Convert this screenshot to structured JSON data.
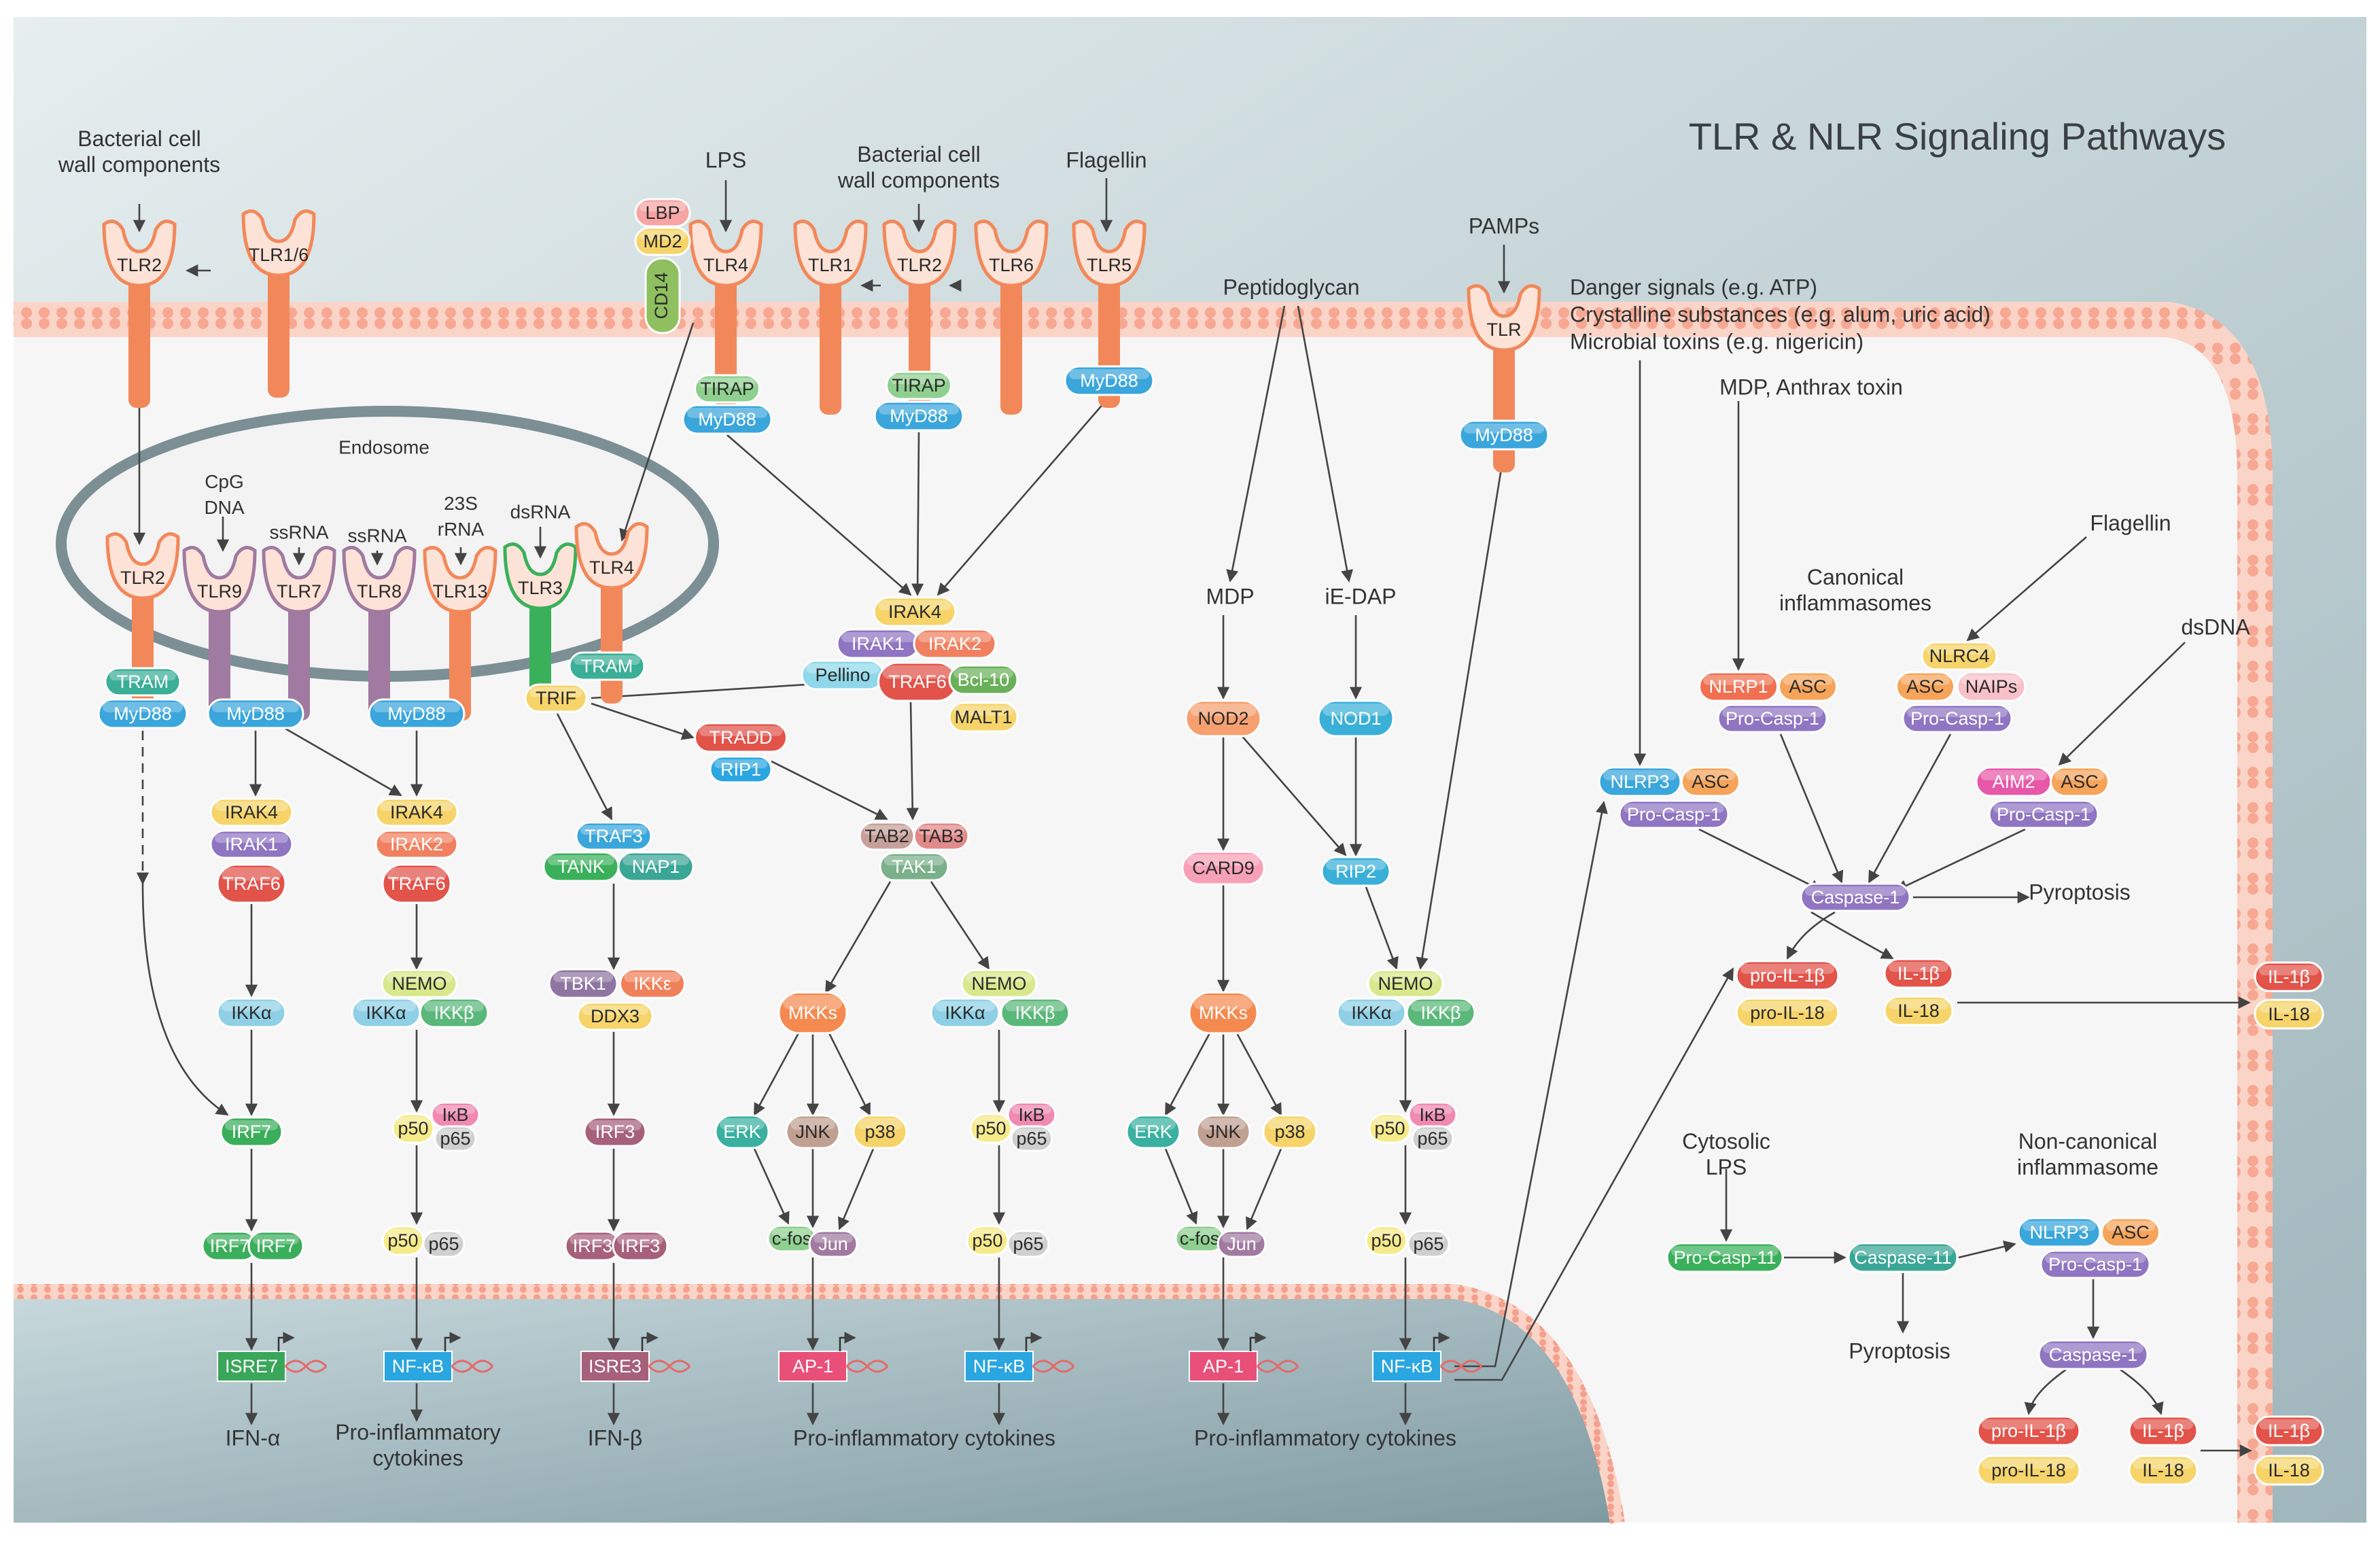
{
  "title": "TLR & NLR Signaling Pathways",
  "colors": {
    "background": "#dfe8ea",
    "cytoplasm": "#f6f6f7",
    "membrane": "#f7b8a6",
    "nucleus": "#b9cdd2",
    "tlr": "#f2885a",
    "myd88": "#3aa6dc",
    "tram": "#3aae96",
    "irak4": "#f6d46a",
    "irak1": "#8f75c2",
    "irak2": "#f08060",
    "traf6": "#e2534a",
    "ikk": "#8fd0e6",
    "nemo": "#d8e88c",
    "p50": "#f6eb8a",
    "p65": "#cfcfcf",
    "irf7": "#3aae5a",
    "irf3": "#a7607a",
    "ap1": "#e8507a",
    "nfkb": "#2aa6e0",
    "isre": "#3aa65a",
    "casp": "#8f75c2",
    "nlrp": "#f07050",
    "asc": "#f6a45a"
  },
  "labels": {
    "bacterial_cell_wall_1": "Bacterial cell wall components",
    "lps": "LPS",
    "bacterial_cell_wall_2": "Bacterial cell wall components",
    "flagellin_top": "Flagellin",
    "pamps": "PAMPs",
    "peptidoglycan": "Peptidoglycan",
    "danger_1": "Danger signals (e.g. ATP)",
    "danger_2": "Crystalline substances (e.g. alum, uric acid)",
    "danger_3": "Microbial toxins (e.g. nigericin)",
    "mdp_anthrax": "MDP, Anthrax toxin",
    "flagellin_right": "Flagellin",
    "dsdna": "dsDNA",
    "canonical": "Canonical inflammasomes",
    "endosome": "Endosome",
    "cpg_dna": "CpG DNA",
    "ssrna_1": "ssRNA",
    "ssrna_2": "ssRNA",
    "rrna_23s": "23S rRNA",
    "dsrna": "dsRNA",
    "mdp": "MDP",
    "ie_dap": "iE-DAP",
    "pyroptosis_1": "Pyroptosis",
    "cytosolic_lps": "Cytosolic LPS",
    "non_canonical": "Non-canonical inflammasome",
    "pyroptosis_2": "Pyroptosis"
  },
  "receptors": {
    "tlr2_surface": "TLR2",
    "tlr16": "TLR1/6",
    "lbp": "LBP",
    "md2": "MD2",
    "cd14": "CD14",
    "tlr4_surface": "TLR4",
    "tlr1": "TLR1",
    "tlr2_mid": "TLR2",
    "tlr6": "TLR6",
    "tlr5": "TLR5",
    "tlr_pamps": "TLR",
    "tlr2_endo": "TLR2",
    "tlr9": "TLR9",
    "tlr7": "TLR7",
    "tlr8": "TLR8",
    "tlr13": "TLR13",
    "tlr3": "TLR3",
    "tlr4_endo": "TLR4"
  },
  "proteins": {
    "tirap_1": "TIRAP",
    "myd88_1": "MyD88",
    "tirap_2": "TIRAP",
    "myd88_2": "MyD88",
    "myd88_3": "MyD88",
    "myd88_4": "MyD88",
    "tram_1": "TRAM",
    "myd88_5": "MyD88",
    "myd88_6": "MyD88",
    "myd88_7": "MyD88",
    "trif": "TRIF",
    "tram_2": "TRAM",
    "irak4_c": "IRAK4",
    "irak1_c": "IRAK1",
    "irak2_c": "IRAK2",
    "pellino": "Pellino",
    "traf6_c": "TRAF6",
    "bcl10": "Bcl-10",
    "malt1": "MALT1",
    "tradd": "TRADD",
    "rip1": "RIP1",
    "tab2": "TAB2",
    "tab3": "TAB3",
    "tak1": "TAK1",
    "irak4_a": "IRAK4",
    "irak1_a": "IRAK1",
    "traf6_a": "TRAF6",
    "irak4_b": "IRAK4",
    "irak2_b": "IRAK2",
    "traf6_b": "TRAF6",
    "traf3": "TRAF3",
    "tank": "TANK",
    "nap1": "NAP1",
    "tbk1": "TBK1",
    "ikke": "IKKε",
    "ddx3": "DDX3",
    "ikka_a": "IKKα",
    "nemo_b": "NEMO",
    "ikka_b": "IKKα",
    "ikkb_b": "IKKβ",
    "mkks_1": "MKKs",
    "nemo_c": "NEMO",
    "ikka_c": "IKKα",
    "ikkb_c": "IKKβ",
    "irf7_a": "IRF7",
    "p50_b": "p50",
    "ikb_b": "IκB",
    "p65_b": "p65",
    "irf3_a": "IRF3",
    "erk_1": "ERK",
    "jnk_1": "JNK",
    "p38_1": "p38",
    "p50_c": "p50",
    "ikb_c": "IκB",
    "p65_c": "p65",
    "cfos_1": "c-fos",
    "jun_1": "Jun",
    "irf7_d1": "IRF7",
    "irf7_d2": "IRF7",
    "p50_b2": "p50",
    "p65_b2": "p65",
    "irf3_d1": "IRF3",
    "irf3_d2": "IRF3",
    "p50_c2": "p50",
    "p65_c2": "p65",
    "nod2": "NOD2",
    "nod1": "NOD1",
    "card9": "CARD9",
    "rip2": "RIP2",
    "mkks_2": "MKKs",
    "nemo_d": "NEMO",
    "ikka_d": "IKKα",
    "ikkb_d": "IKKβ",
    "erk_2": "ERK",
    "jnk_2": "JNK",
    "p38_2": "p38",
    "p50_d": "p50",
    "ikb_d": "IκB",
    "p65_d": "p65",
    "cfos_2": "c-fos",
    "jun_2": "Jun",
    "p50_d2": "p50",
    "p65_d2": "p65",
    "nlrp3_1": "NLRP3",
    "asc_1": "ASC",
    "procasp_1": "Pro-Casp-1",
    "nlrp1": "NLRP1",
    "asc_2": "ASC",
    "procasp_2": "Pro-Casp-1",
    "nlrc4": "NLRC4",
    "asc_3": "ASC",
    "naips": "NAIPs",
    "procasp_3": "Pro-Casp-1",
    "aim2": "AIM2",
    "asc_4": "ASC",
    "procasp_4": "Pro-Casp-1",
    "caspase1_a": "Caspase-1",
    "proil1b_a": "pro-IL-1β",
    "proil18_a": "pro-IL-18",
    "il1b_a": "IL-1β",
    "il18_a": "IL-18",
    "il1b_out_a": "IL-1β",
    "il18_out_a": "IL-18",
    "procasp11": "Pro-Casp-11",
    "caspase11": "Caspase-11",
    "nlrp3_2": "NLRP3",
    "asc_5": "ASC",
    "procasp_5": "Pro-Casp-1",
    "caspase1_b": "Caspase-1",
    "proil1b_b": "pro-IL-1β",
    "proil18_b": "pro-IL-18",
    "il1b_b": "IL-1β",
    "il18_b": "IL-18",
    "il1b_out_b": "IL-1β",
    "il18_out_b": "IL-18"
  },
  "transcription_factors": {
    "isre7": "ISRE7",
    "nfkb_1": "NF-κB",
    "isre3": "ISRE3",
    "ap1_1": "AP-1",
    "nfkb_2": "NF-κB",
    "ap1_2": "AP-1",
    "nfkb_3": "NF-κB"
  },
  "outputs": {
    "ifna": "IFN-α",
    "proinflam_1": "Pro-inflammatory cytokines",
    "ifnb": "IFN-β",
    "proinflam_2": "Pro-inflammatory cytokines",
    "proinflam_3": "Pro-inflammatory cytokines"
  }
}
